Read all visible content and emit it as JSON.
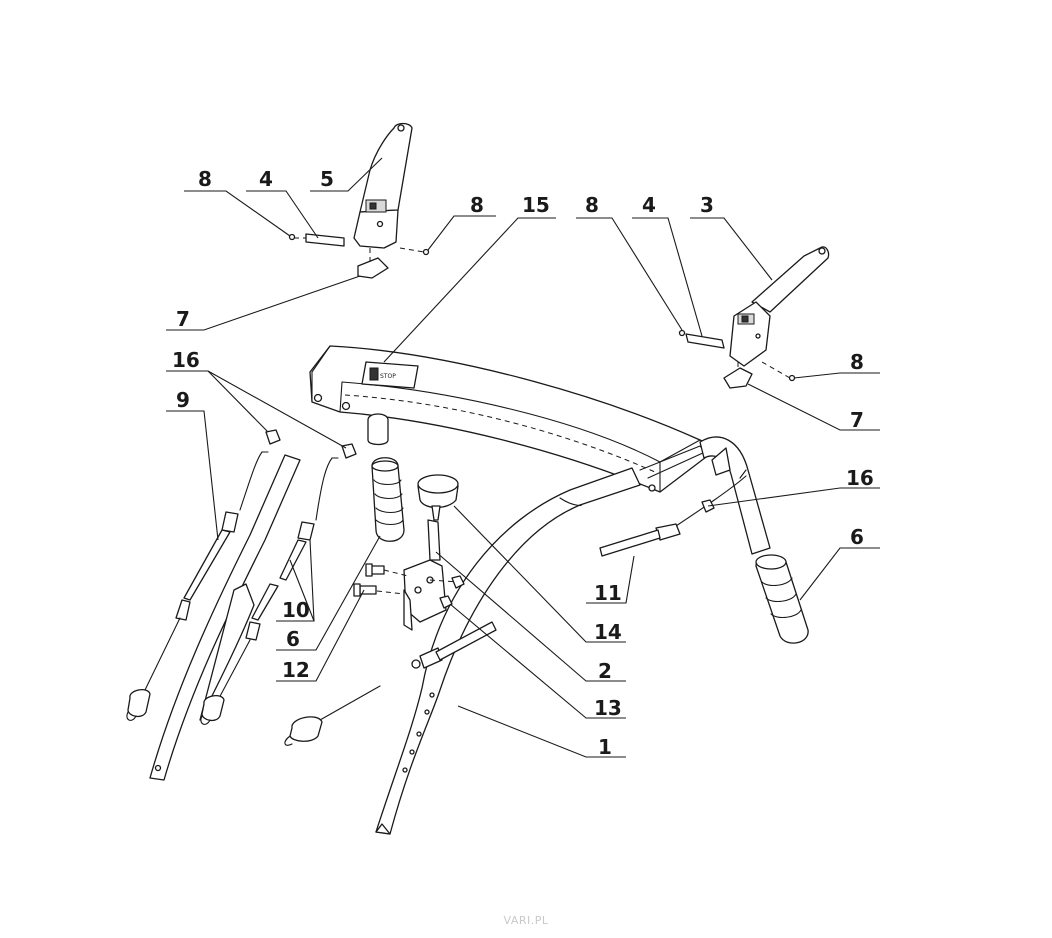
{
  "callouts": [
    {
      "label": "8"
    },
    {
      "label": "4"
    },
    {
      "label": "5"
    },
    {
      "label": "8"
    },
    {
      "label": "15"
    },
    {
      "label": "8"
    },
    {
      "label": "4"
    },
    {
      "label": "3"
    },
    {
      "label": "7"
    },
    {
      "label": "8"
    },
    {
      "label": "16"
    },
    {
      "label": "9"
    },
    {
      "label": "7"
    },
    {
      "label": "16"
    },
    {
      "label": "6"
    },
    {
      "label": "11"
    },
    {
      "label": "10"
    },
    {
      "label": "6"
    },
    {
      "label": "14"
    },
    {
      "label": "12"
    },
    {
      "label": "2"
    },
    {
      "label": "13"
    },
    {
      "label": "1"
    }
  ],
  "watermark": "VARI.PL"
}
